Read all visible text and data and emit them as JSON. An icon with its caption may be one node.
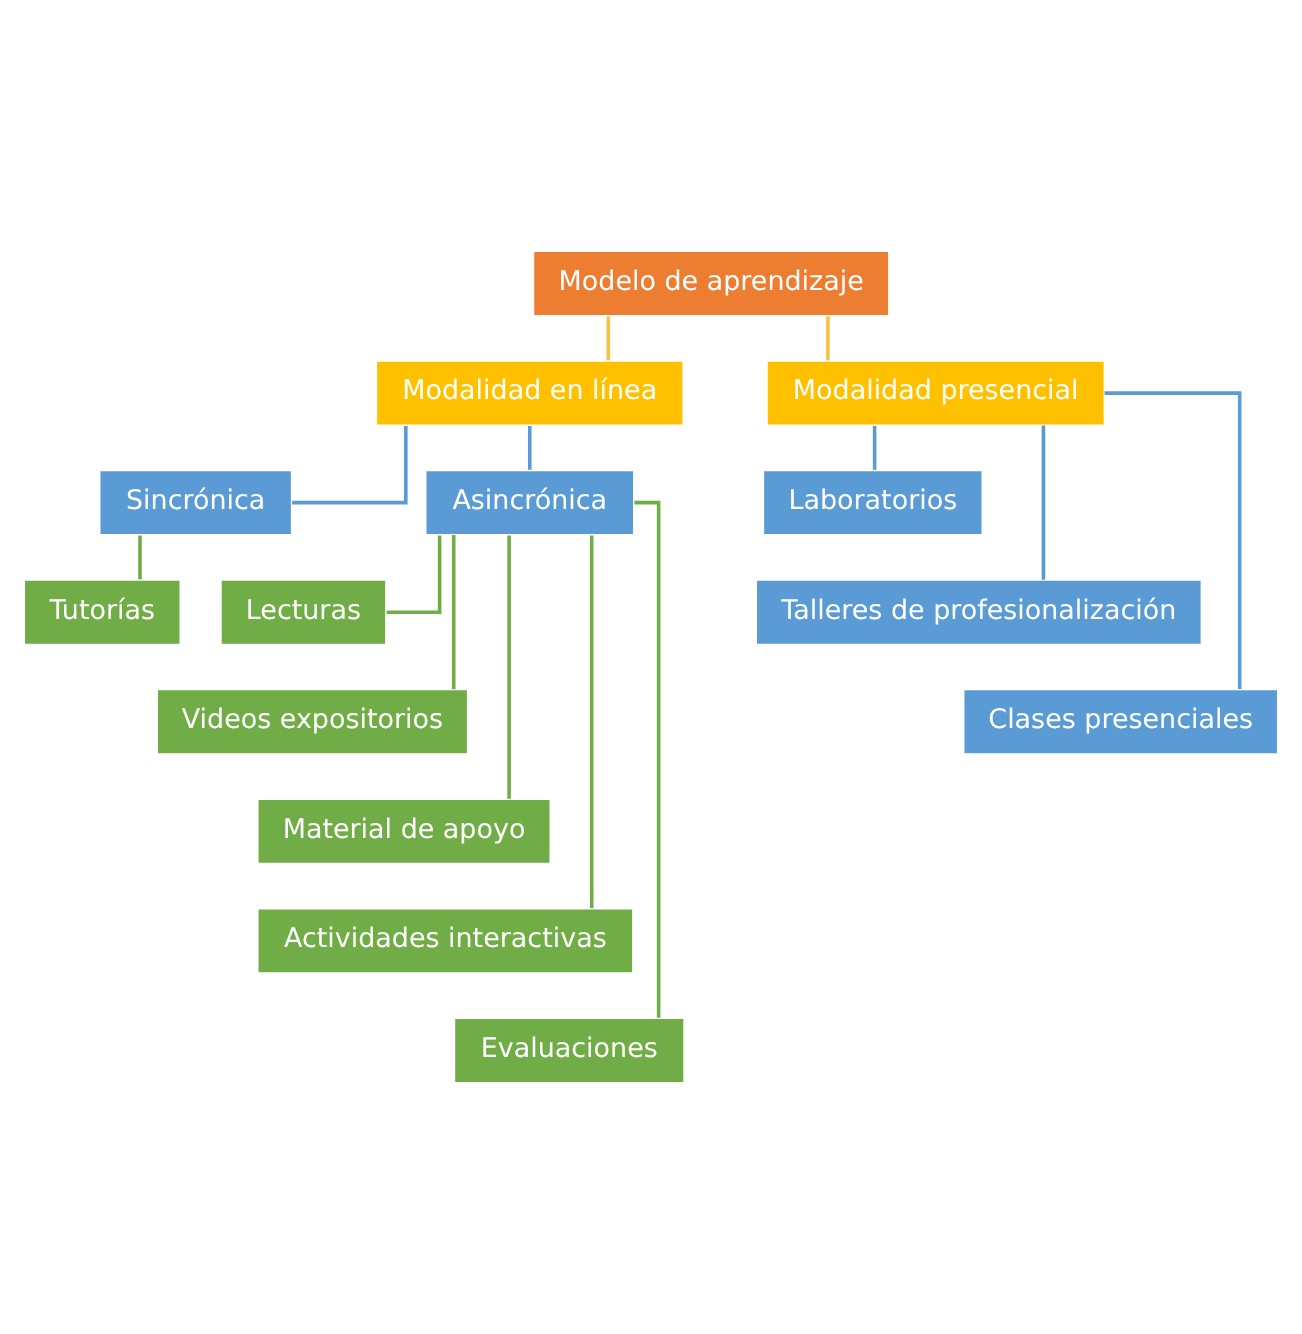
{
  "diagram": {
    "nodes": [
      {
        "text": [
          "Modelo de aprendizaje"
        ]
      },
      {
        "text": [
          "Modalidad en línea"
        ]
      },
      {
        "text": [
          "Modalidad presencial"
        ]
      },
      {
        "text": [
          "Sincrónica"
        ]
      },
      {
        "text": [
          "Asincrónica"
        ]
      },
      {
        "text": [
          "Tutorías"
        ]
      },
      {
        "text": [
          "Lecturas"
        ]
      },
      {
        "text": [
          "Videos expositorios"
        ]
      },
      {
        "text": [
          "Material de apoyo"
        ]
      },
      {
        "text": [
          "Actividades interactivas"
        ]
      },
      {
        "text": [
          "Evaluaciones"
        ]
      },
      {
        "text": [
          "Laboratorios"
        ]
      },
      {
        "text": [
          "Talleres de profesionalización"
        ]
      },
      {
        "text": [
          "Clases presenciales"
        ]
      }
    ],
    "edges": [
      {
        "from": 0,
        "to": 1,
        "arrow": "none",
        "color": "#f5c242"
      },
      {
        "from": 0,
        "to": 2,
        "arrow": "none",
        "color": "#f5c242"
      },
      {
        "from": 1,
        "to": 3,
        "arrow": "none",
        "color": "#5b9bd5"
      },
      {
        "from": 1,
        "to": 4,
        "arrow": "none",
        "color": "#5b9bd5"
      },
      {
        "from": 3,
        "to": 5,
        "arrow": "none"
      },
      {
        "from": 4,
        "to": 6,
        "arrow": "none"
      },
      {
        "from": 4,
        "to": 7,
        "arrow": "none"
      },
      {
        "from": 4,
        "to": 8,
        "arrow": "none"
      },
      {
        "from": 4,
        "to": 9,
        "arrow": "none"
      },
      {
        "from": 4,
        "to": 10,
        "arrow": "none"
      },
      {
        "from": 2,
        "to": 11,
        "arrow": "none",
        "color": "#5b9bd5"
      },
      {
        "from": 2,
        "to": 12,
        "arrow": "none",
        "color": "#5b9bd5"
      },
      {
        "from": 2,
        "to": 13,
        "arrow": "none",
        "color": "#5b9bd5"
      }
    ]
  }
}
